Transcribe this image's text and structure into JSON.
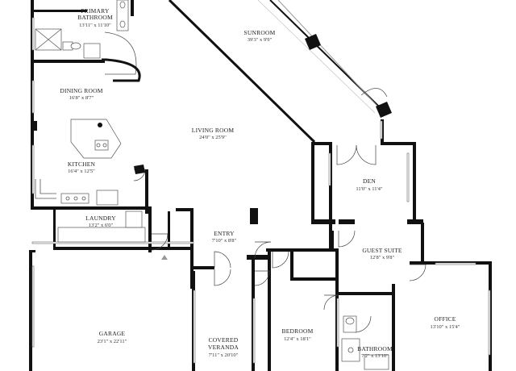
{
  "rooms": [
    {
      "id": "primary-bathroom",
      "name_line1": "PRIMARY",
      "name_line2": "BATHROOM",
      "dims": "13'11\" x 11'10\""
    },
    {
      "id": "sunroom",
      "name": "SUNROOM",
      "dims": "39'3\" x 9'9\""
    },
    {
      "id": "dining-room",
      "name": "DINING ROOM",
      "dims": "16'8\" x 8'7\""
    },
    {
      "id": "living-room",
      "name": "LIVING ROOM",
      "dims": "24'0\" x 25'9\""
    },
    {
      "id": "kitchen",
      "name": "KITCHEN",
      "dims": "16'4\" x 12'5\""
    },
    {
      "id": "den",
      "name": "DEN",
      "dims": "11'0\" x 11'4\""
    },
    {
      "id": "laundry",
      "name": "LAUNDRY",
      "dims": "13'2\" x 6'0\""
    },
    {
      "id": "entry",
      "name": "ENTRY",
      "dims": "7'10\" x 8'8\""
    },
    {
      "id": "guest-suite",
      "name": "GUEST SUITE",
      "dims": "12'8\" x 9'8\""
    },
    {
      "id": "garage",
      "name": "GARAGE",
      "dims": "23'1\" x 22'11\""
    },
    {
      "id": "covered-veranda",
      "name_line1": "COVERED",
      "name_line2": "VERANDA",
      "dims": "7'11\" x 20'10\""
    },
    {
      "id": "bedroom",
      "name": "BEDROOM",
      "dims": "12'4\" x 18'1\""
    },
    {
      "id": "bathroom",
      "name": "BATHROOM",
      "dims": "7'2\" x 13'10\""
    },
    {
      "id": "office",
      "name": "OFFICE",
      "dims": "13'10\" x 15'4\""
    }
  ]
}
